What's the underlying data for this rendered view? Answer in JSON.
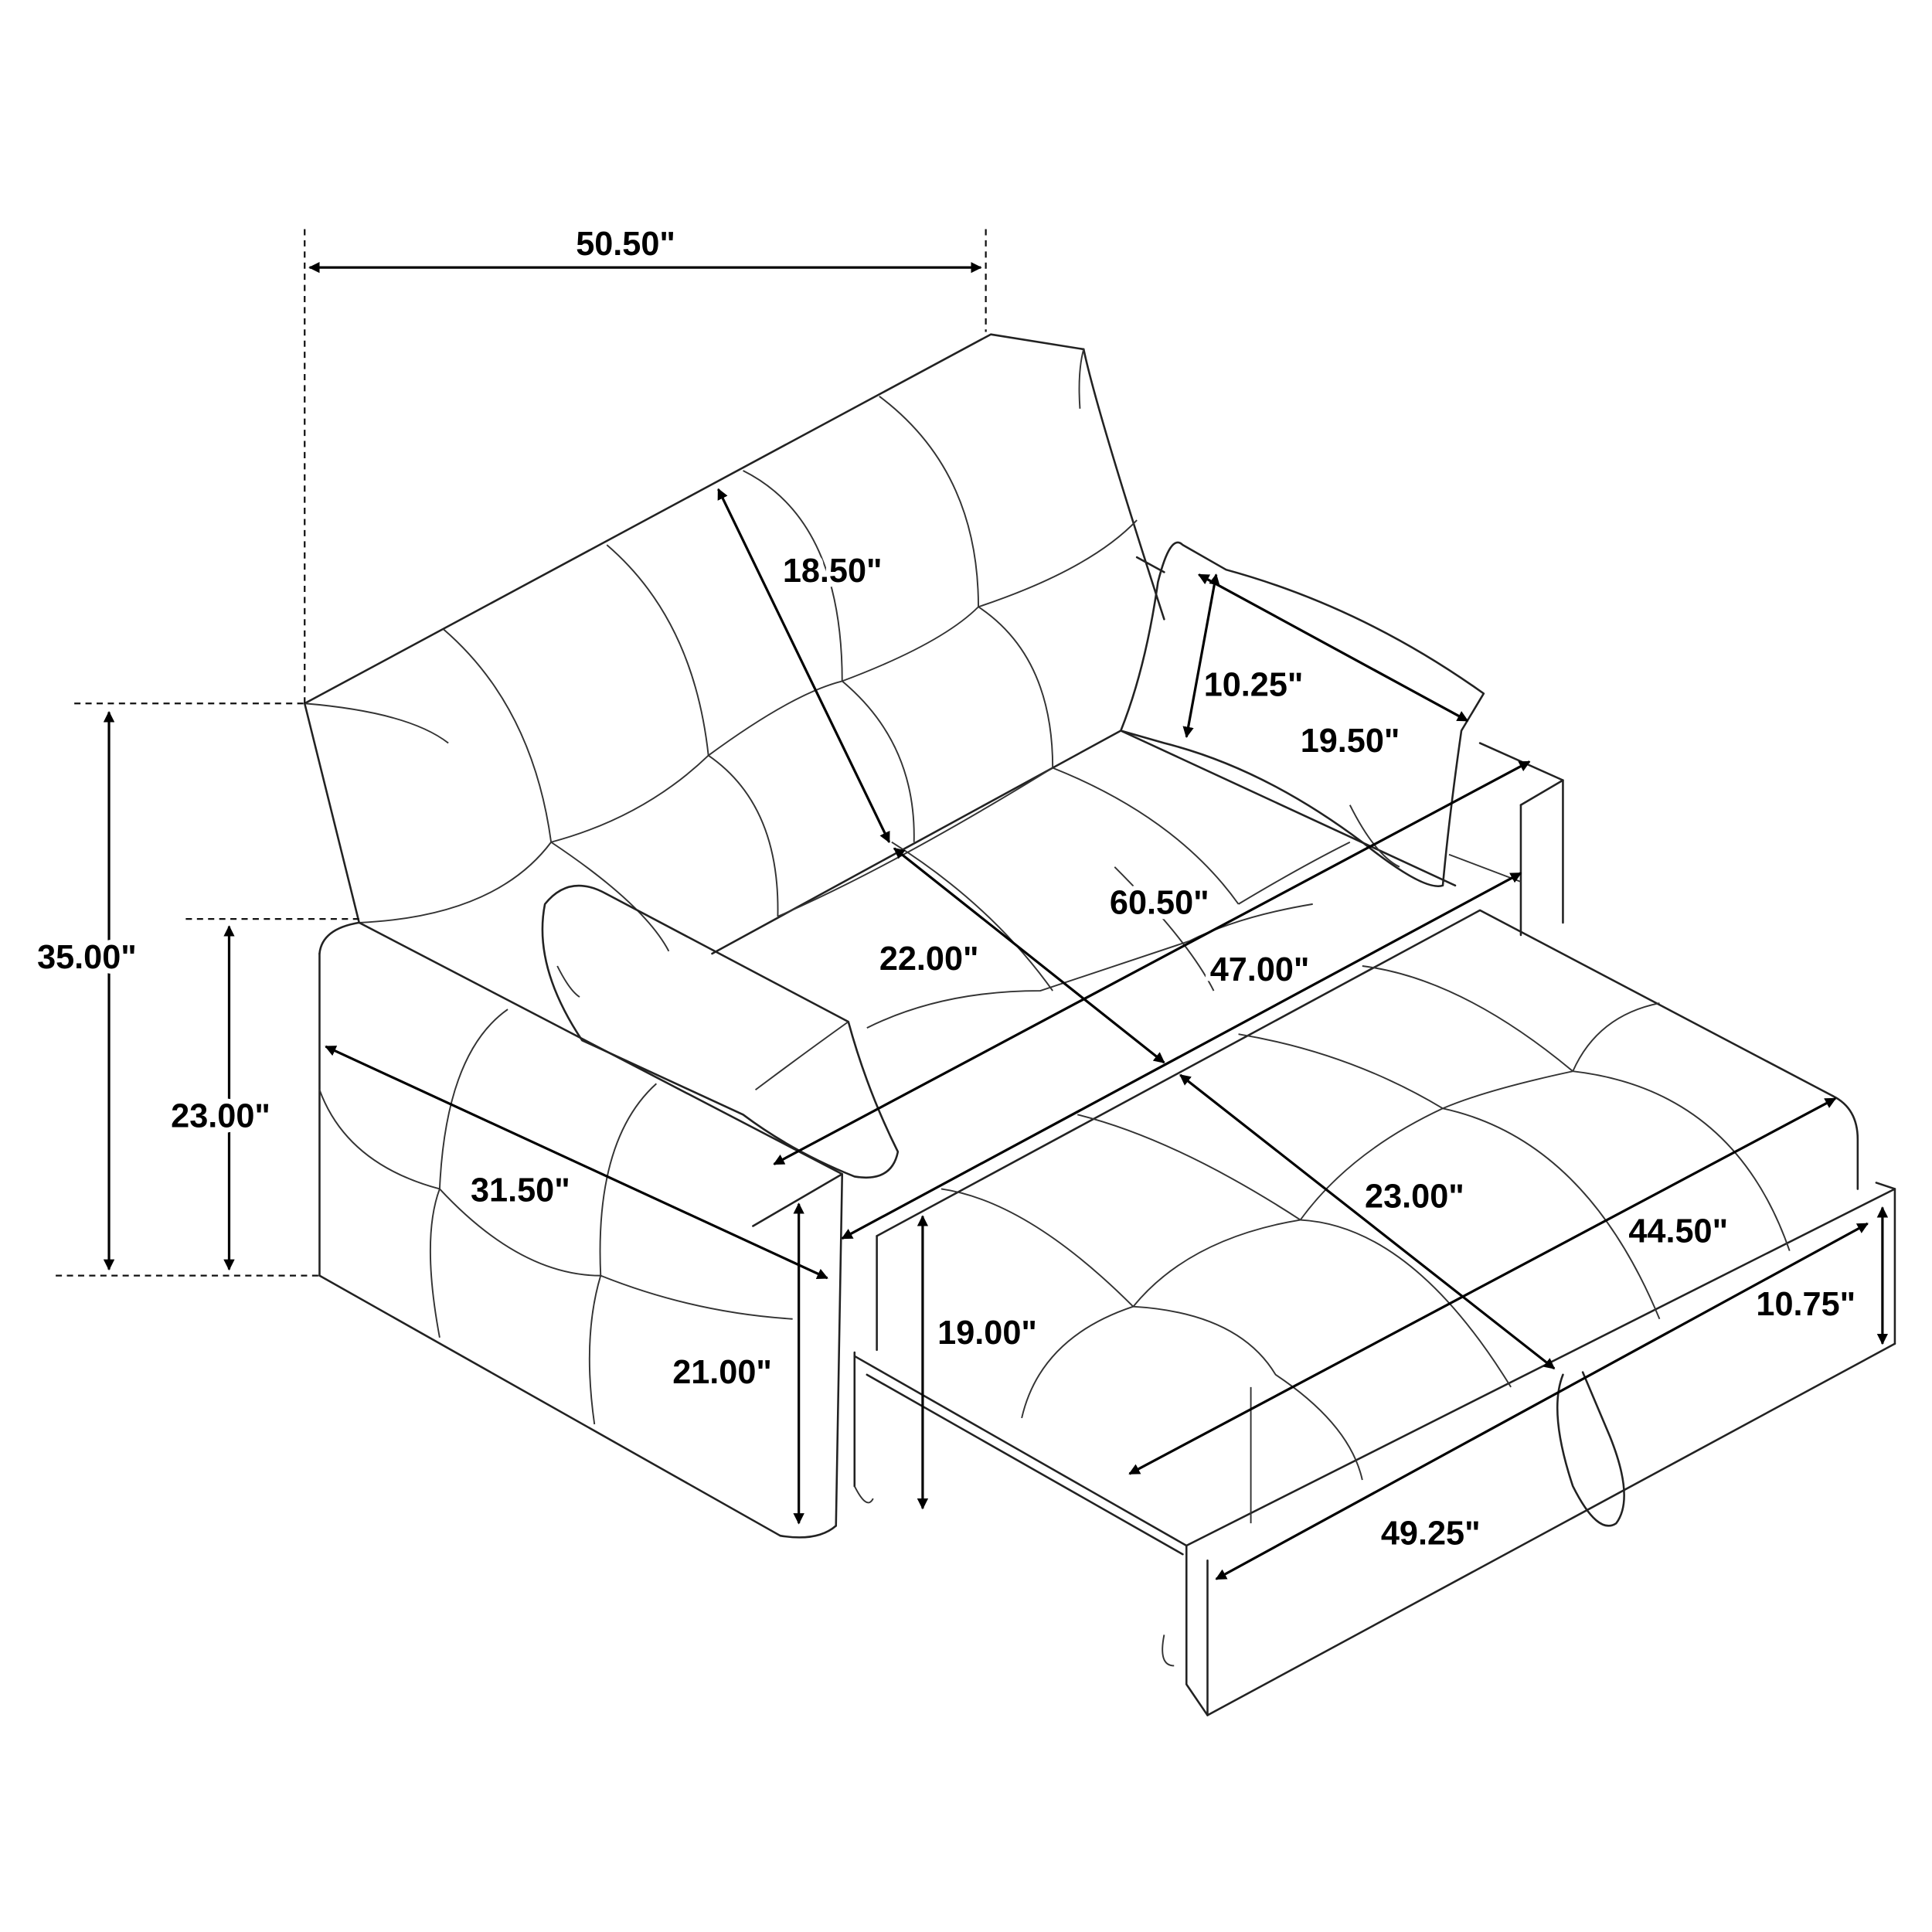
{
  "diagram": {
    "subject": "Sofa bed with pull-out trundle and two pillows",
    "colors": {
      "line": "#222222",
      "background": "#ffffff",
      "label": "#000000"
    },
    "dimensions": {
      "overall_width": "50.50\"",
      "overall_height": "35.00\"",
      "arm_height": "23.00\"",
      "back_height": "18.50\"",
      "pillow_height": "10.25\"",
      "pillow_width": "19.50\"",
      "extended_length": "60.50\"",
      "seat_depth": "22.00\"",
      "seat_width": "47.00\"",
      "arm_depth": "31.50\"",
      "arm_front_height": "21.00\"",
      "seat_height": "19.00\"",
      "trundle_depth": "23.00\"",
      "trundle_cushion_width": "44.50\"",
      "trundle_front_height": "10.75\"",
      "trundle_width": "49.25\""
    }
  }
}
